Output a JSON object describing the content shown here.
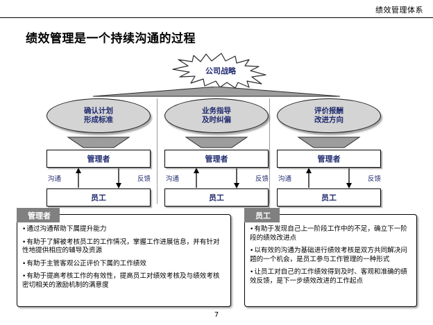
{
  "header": {
    "label": "绩效管理体系"
  },
  "title": "绩效管理是一个持续沟通的过程",
  "diagram": {
    "strategy": {
      "label": "公司战略"
    },
    "columns": [
      {
        "phase": "确认计划\n形成标准",
        "manager": "管理者",
        "employee": "员工",
        "up_label": "沟通",
        "down_label": "反馈"
      },
      {
        "phase": "业务指导\n及时纠偏",
        "manager": "管理者",
        "employee": "员工",
        "up_label": "沟通",
        "down_label": "反馈"
      },
      {
        "phase": "评价报酬\n改进方向",
        "manager": "管理者",
        "employee": "员工",
        "up_label": "沟通",
        "down_label": "反馈"
      }
    ]
  },
  "panels": [
    {
      "tab": "管理者",
      "bullets": [
        "通过沟通帮助下属提升能力",
        "有助于了解被考核员工的工作情况，掌握工作进展信息，并有针对性地提供相应的辅导及资源",
        "有助于主管客观公正评价下属的工作绩效",
        "有助于提高考核工作的有效性，提高员工对绩效考核及与绩效考核密切相关的激励机制的满意度"
      ]
    },
    {
      "tab": "员工",
      "bullets": [
        "有助于发现自己上一阶段工作中的不足，确立下一阶段的绩效改进点",
        "以有效的沟通为基础进行绩效考核是双方共同解决问题的一个机会，是员工参与工作管理的一种形式",
        "让员工对自己的工作绩效得到及时、客观和准确的绩效反馈，是下一步绩效改进的工作起点"
      ]
    }
  ],
  "footer": {
    "page_number": "7"
  },
  "colors": {
    "accent_text": "#1f2a6e",
    "tab_bg": "#808080",
    "shape_fill": "#d4d4d4"
  }
}
